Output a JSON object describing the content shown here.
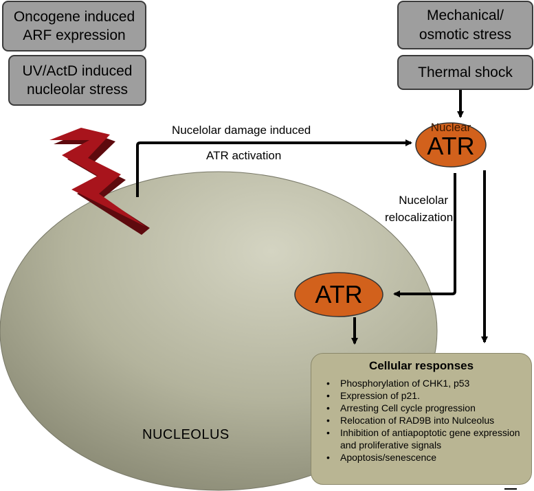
{
  "stress_boxes": {
    "oncogene": "Oncogene induced\nARF expression",
    "uv": "UV/ActD induced\nnucleolar stress",
    "mechanical": "Mechanical/\nosmotic stress",
    "thermal": "Thermal shock"
  },
  "arrow_labels": {
    "damage_line1": "Nucelolar damage induced",
    "damage_line2": "ATR activation",
    "relocalization": "Nucelolar\nrelocalization"
  },
  "nuclear_atr": {
    "caption": "Nuclear",
    "label": "ATR"
  },
  "nucleolar_atr": {
    "label": "ATR"
  },
  "nucleolus": {
    "label": "NUCLEOLUS"
  },
  "cellular_responses": {
    "title": "Cellular responses",
    "items": [
      "Phosphorylation of CHK1, p53",
      "Expression of p21.",
      "Arresting Cell cycle progression",
      "Relocation of  RAD9B into Nulceolus",
      "Inhibition of antiapoptotic gene expression and proliferative signals",
      "Apoptosis/senescence"
    ]
  },
  "colors": {
    "atr_fill": "#d2611c",
    "box_fill": "#9e9e9e",
    "responses_fill": "#b9b593",
    "nucleolus_fill": "#b8b8a4",
    "lightning": "#a8141c"
  }
}
